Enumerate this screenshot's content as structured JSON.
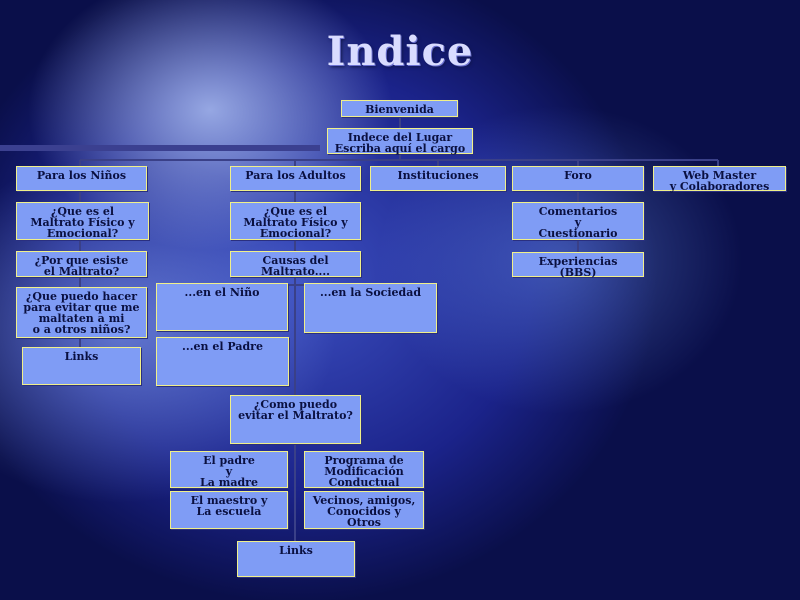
{
  "title": "Indice",
  "nodes": {
    "bienvenida": "Bienvenida",
    "indice_lugar": "Indece del Lugar\nEscriba aquí el cargo",
    "ninos": "Para los Niños",
    "adultos": "Para los Adultos",
    "instituciones": "Instituciones",
    "foro": "Foro",
    "webmaster": "Web Master\ny Colaboradores",
    "ninos_que_es": "¿Que es el\nMaltrato Físico y\nEmocional?",
    "ninos_por_que": "¿Por que esiste\nel Maltrato?",
    "ninos_que_puedo": "¿Que puedo hacer\npara evitar que me\nmaltaten a mi\no a otros niños?",
    "ninos_links": "Links",
    "adultos_que_es": "¿Que es el\nMaltrato Físico y\nEmocional?",
    "causas": "Causas del\nMaltrato....",
    "en_nino": "...en el Niño",
    "en_sociedad": "...en la Sociedad",
    "en_padre": "...en el Padre",
    "como_puedo": "¿Como puedo\nevitar el Maltrato?",
    "padre_madre": "El padre\ny\nLa madre",
    "programa": "Programa de\nModificación\nConductual",
    "maestro": "El maestro y\nLa escuela",
    "vecinos": "Vecinos, amigos,\nConocidos y\nOtros",
    "adultos_links": "Links",
    "comentarios": "Comentarios\ny\nCuestionario",
    "experiencias": "Experiencias\n(BBS)"
  }
}
